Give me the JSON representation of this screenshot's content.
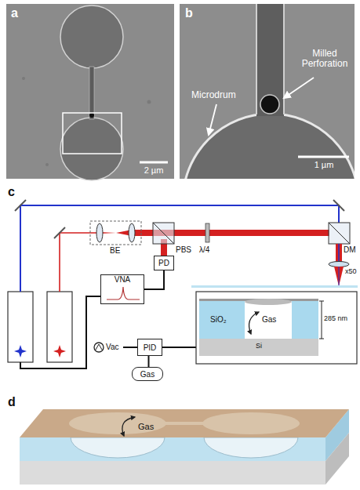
{
  "diagram": {
    "nodes": [
      {
        "text": [
          "PD"
        ]
      },
      {
        "text": [
          "VNA"
        ]
      },
      {
        "text": [
          "PID"
        ]
      },
      {
        "text": [
          "Gas"
        ]
      }
    ],
    "edges": [
      {
        "from": 0,
        "to": 1,
        "arrow": "none"
      },
      {
        "from": 3,
        "to": 2,
        "arrow": "none"
      }
    ],
    "labels": [
      "a",
      "2 µm",
      "b",
      "Milled Perforation",
      "Microdrum",
      "1 µm",
      "c",
      "BE",
      "PBS",
      "λ/4",
      "DM",
      "x50",
      "Vac",
      "SiO₂",
      "285 nm",
      "Gas",
      "Si",
      "d",
      "Gas"
    ]
  }
}
